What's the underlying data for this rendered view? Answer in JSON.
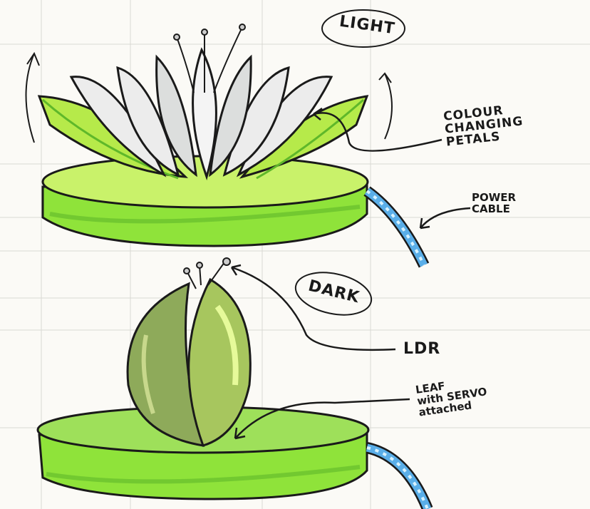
{
  "diagram": {
    "type": "product concept sketch",
    "subject": "water lily lamp",
    "states": [
      {
        "id": "light",
        "label": "LIGHT",
        "description": "flower open with white petals and yellow-green outer leaves"
      },
      {
        "id": "dark",
        "label": "DARK",
        "description": "flower closed as a green bud"
      }
    ],
    "annotations": {
      "colour_changing_petals": "COLOUR\nCHANGING\nPETALS",
      "power_cable_top": "POWER\nCABLE",
      "ldr": "LDR",
      "leaf_servo": "LEAF\nwith SERVO\nattached"
    },
    "colors": {
      "paper": "#fbfaf6",
      "grid": "#d9d9d4",
      "base_green": "#8fe33a",
      "base_dark": "#5fb82a",
      "leaf_light": "#c8f060",
      "petal_white": "#eeeeee",
      "petal_shadow": "#b9bcbc",
      "bud_green": "#9bbf5e",
      "bud_dark": "#6f8f45",
      "cable_blue": "#5aaee8",
      "ink": "#1a1a1a"
    }
  }
}
